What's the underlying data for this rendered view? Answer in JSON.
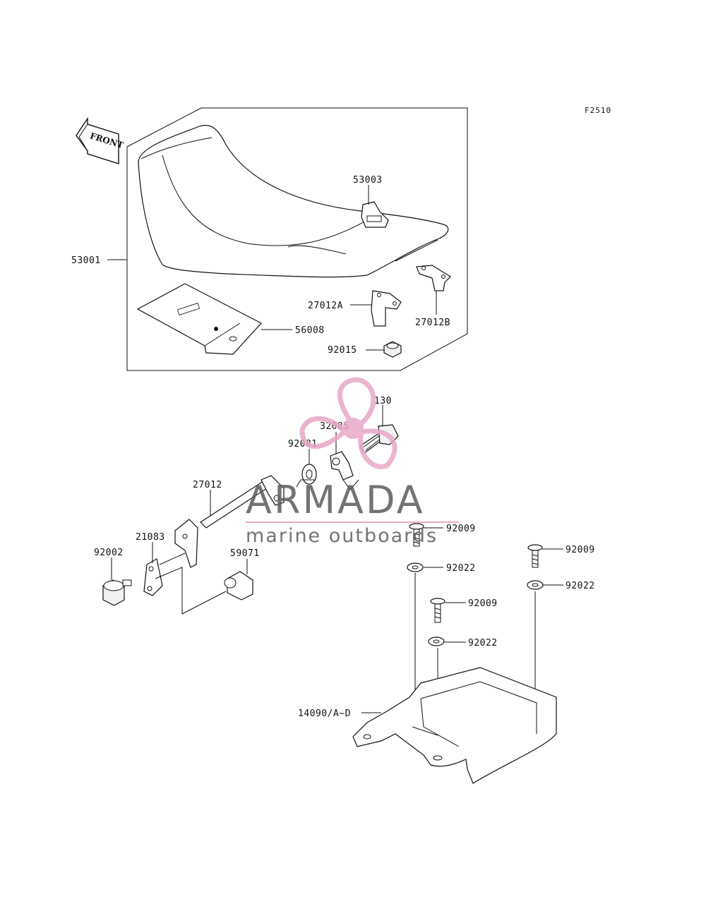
{
  "diagram": {
    "code": "F2510",
    "front_label": "FRONT",
    "parts": [
      {
        "id": "p53003",
        "label": "53003"
      },
      {
        "id": "p53001",
        "label": "53001"
      },
      {
        "id": "p27012A",
        "label": "27012A"
      },
      {
        "id": "p27012B",
        "label": "27012B"
      },
      {
        "id": "p56008",
        "label": "56008"
      },
      {
        "id": "p92015",
        "label": "92015"
      },
      {
        "id": "p130",
        "label": "130"
      },
      {
        "id": "p32085",
        "label": "32085"
      },
      {
        "id": "p92081",
        "label": "92081"
      },
      {
        "id": "p27012",
        "label": "27012"
      },
      {
        "id": "p21083",
        "label": "21083"
      },
      {
        "id": "p92002",
        "label": "92002"
      },
      {
        "id": "p59071",
        "label": "59071"
      },
      {
        "id": "p92009a",
        "label": "92009"
      },
      {
        "id": "p92022a",
        "label": "92022"
      },
      {
        "id": "p92009b",
        "label": "92009"
      },
      {
        "id": "p92022b",
        "label": "92022"
      },
      {
        "id": "p92009c",
        "label": "92009"
      },
      {
        "id": "p92022c",
        "label": "92022"
      },
      {
        "id": "p14090",
        "label": "14090/A~D"
      }
    ]
  },
  "watermark": {
    "brand": "ARMADA",
    "tagline": "marine outboards",
    "colors": {
      "propeller": "#e8a8c8",
      "text": "#5a5a5a"
    }
  }
}
